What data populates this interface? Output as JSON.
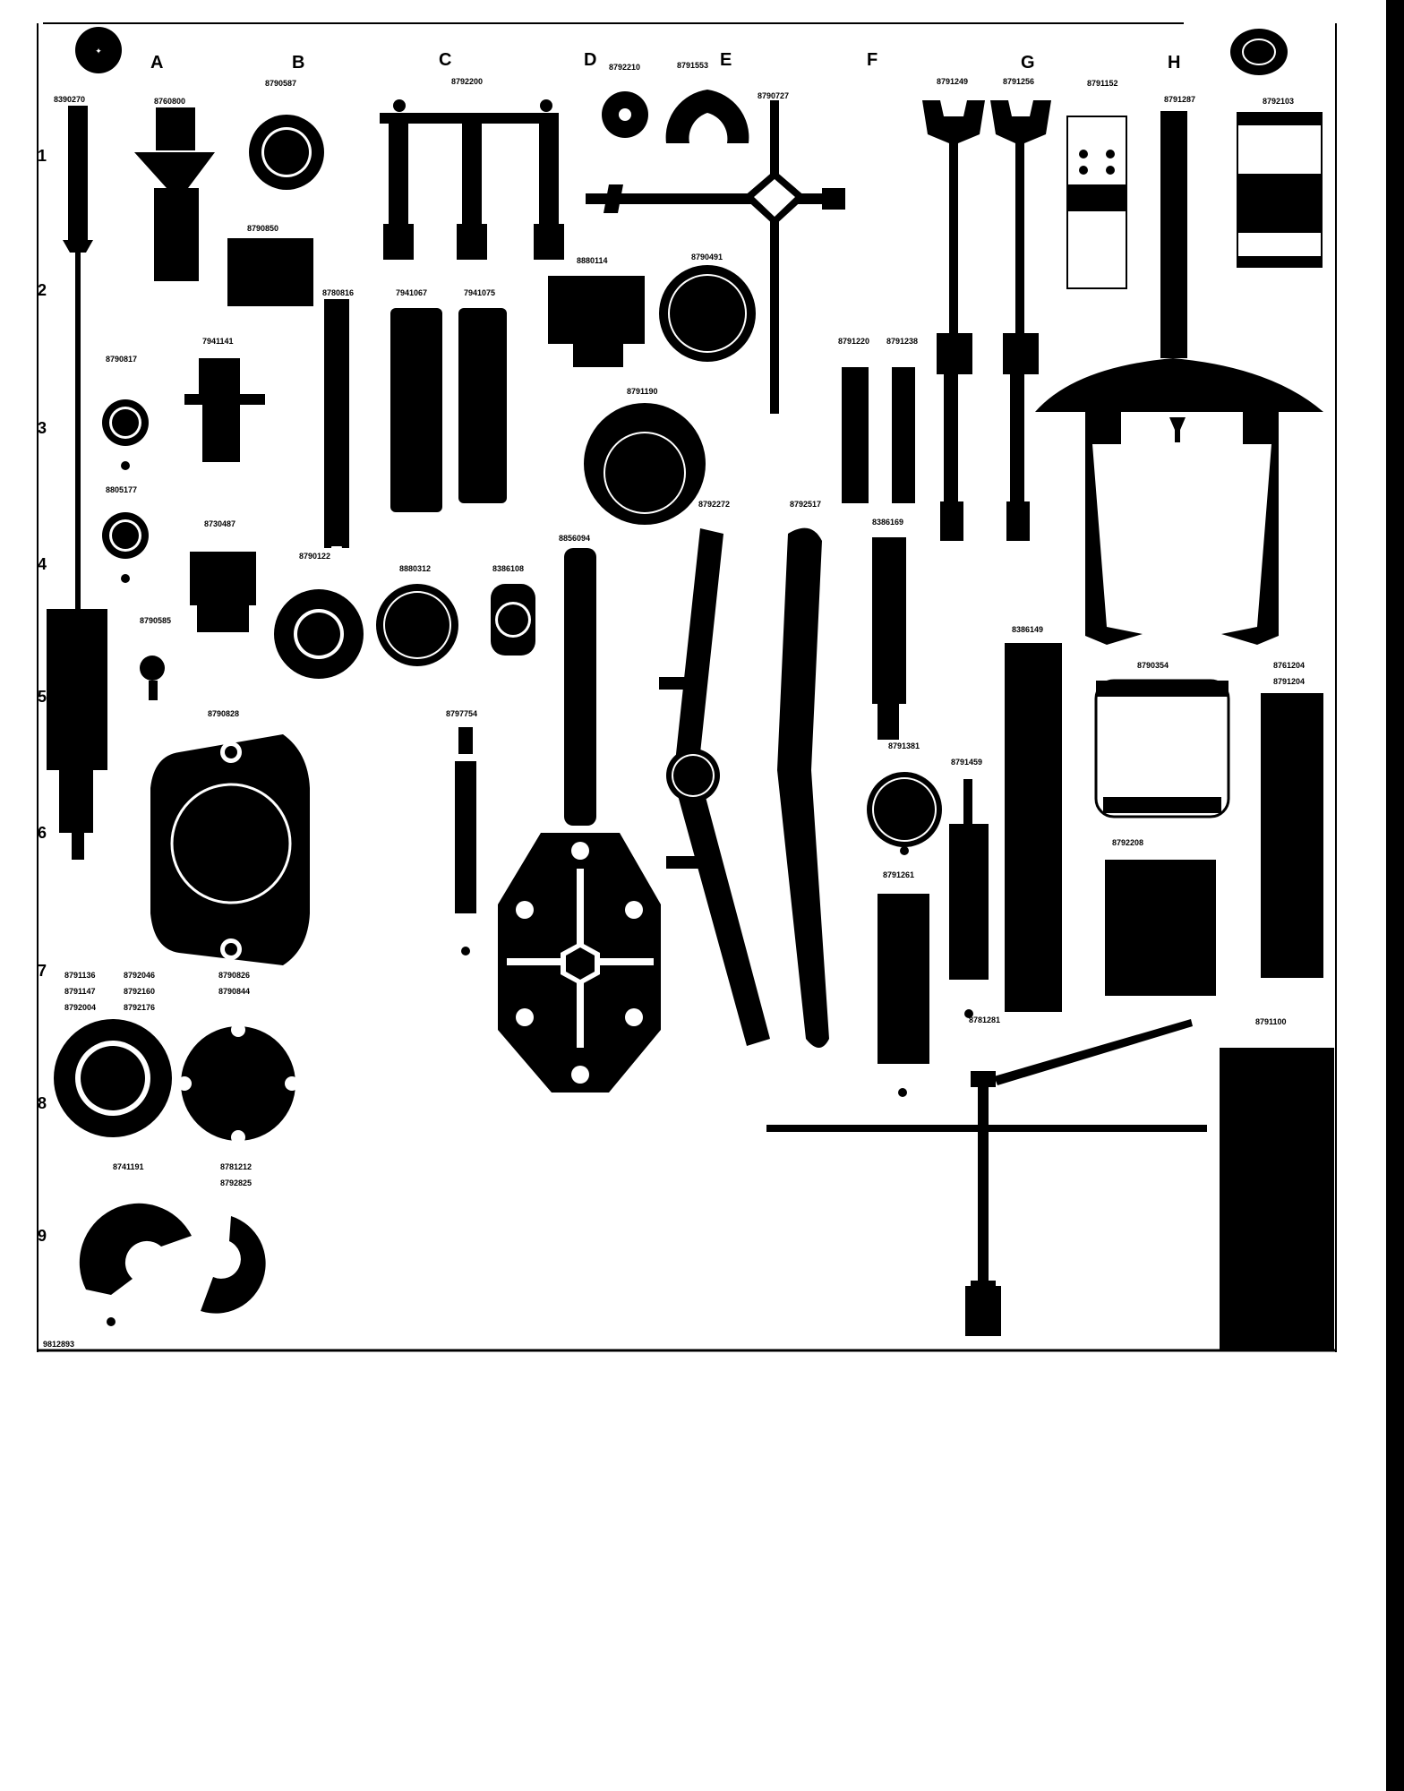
{
  "sheet": {
    "column_letters": [
      "A",
      "B",
      "C",
      "D",
      "E",
      "F",
      "G",
      "H"
    ],
    "row_numbers": [
      "1",
      "2",
      "3",
      "4",
      "5",
      "6",
      "7",
      "8",
      "9"
    ],
    "doc_number": "9812893"
  },
  "tools": {
    "t_8390270": "8390270",
    "t_8760800": "8760800",
    "t_8790587": "8790587",
    "t_8792200": "8792200",
    "t_8792210": "8792210",
    "t_8791553": "8791553",
    "t_8790727": "8790727",
    "t_8791249": "8791249",
    "t_8791256": "8791256",
    "t_8791152": "8791152",
    "t_8791287": "8791287",
    "t_8792103": "8792103",
    "t_8790850": "8790850",
    "t_8780816": "8780816",
    "t_7941067": "7941067",
    "t_7941075": "7941075",
    "t_8880114": "8880114",
    "t_8790491": "8790491",
    "t_8791220": "8791220",
    "t_8791238": "8791238",
    "t_8790817": "8790817",
    "t_7941141": "7941141",
    "t_8791190": "8791190",
    "t_8805177": "8805177",
    "t_8730487": "8730487",
    "t_8790122": "8790122",
    "t_8880312": "8880312",
    "t_8386108": "8386108",
    "t_8856094": "8856094",
    "t_8792272": "8792272",
    "t_8792517": "8792517",
    "t_8386169": "8386169",
    "t_8790585": "8790585",
    "t_8386149": "8386149",
    "t_8790354": "8790354",
    "t_8761204": "8761204",
    "t_8791204": "8791204",
    "t_8790828": "8790828",
    "t_8797754": "8797754",
    "t_8791381": "8791381",
    "t_8791459": "8791459",
    "t_8792208": "8792208",
    "t_8791261": "8791261",
    "t_8791136": "8791136",
    "t_8792046": "8792046",
    "t_8790826": "8790826",
    "t_8791147": "8791147",
    "t_8792160": "8792160",
    "t_8790844": "8790844",
    "t_8792004": "8792004",
    "t_8792176": "8792176",
    "t_8791100": "8791100",
    "t_8781281": "8781281",
    "t_8741191": "8741191",
    "t_8781212": "8781212",
    "t_8792825": "8792825"
  }
}
